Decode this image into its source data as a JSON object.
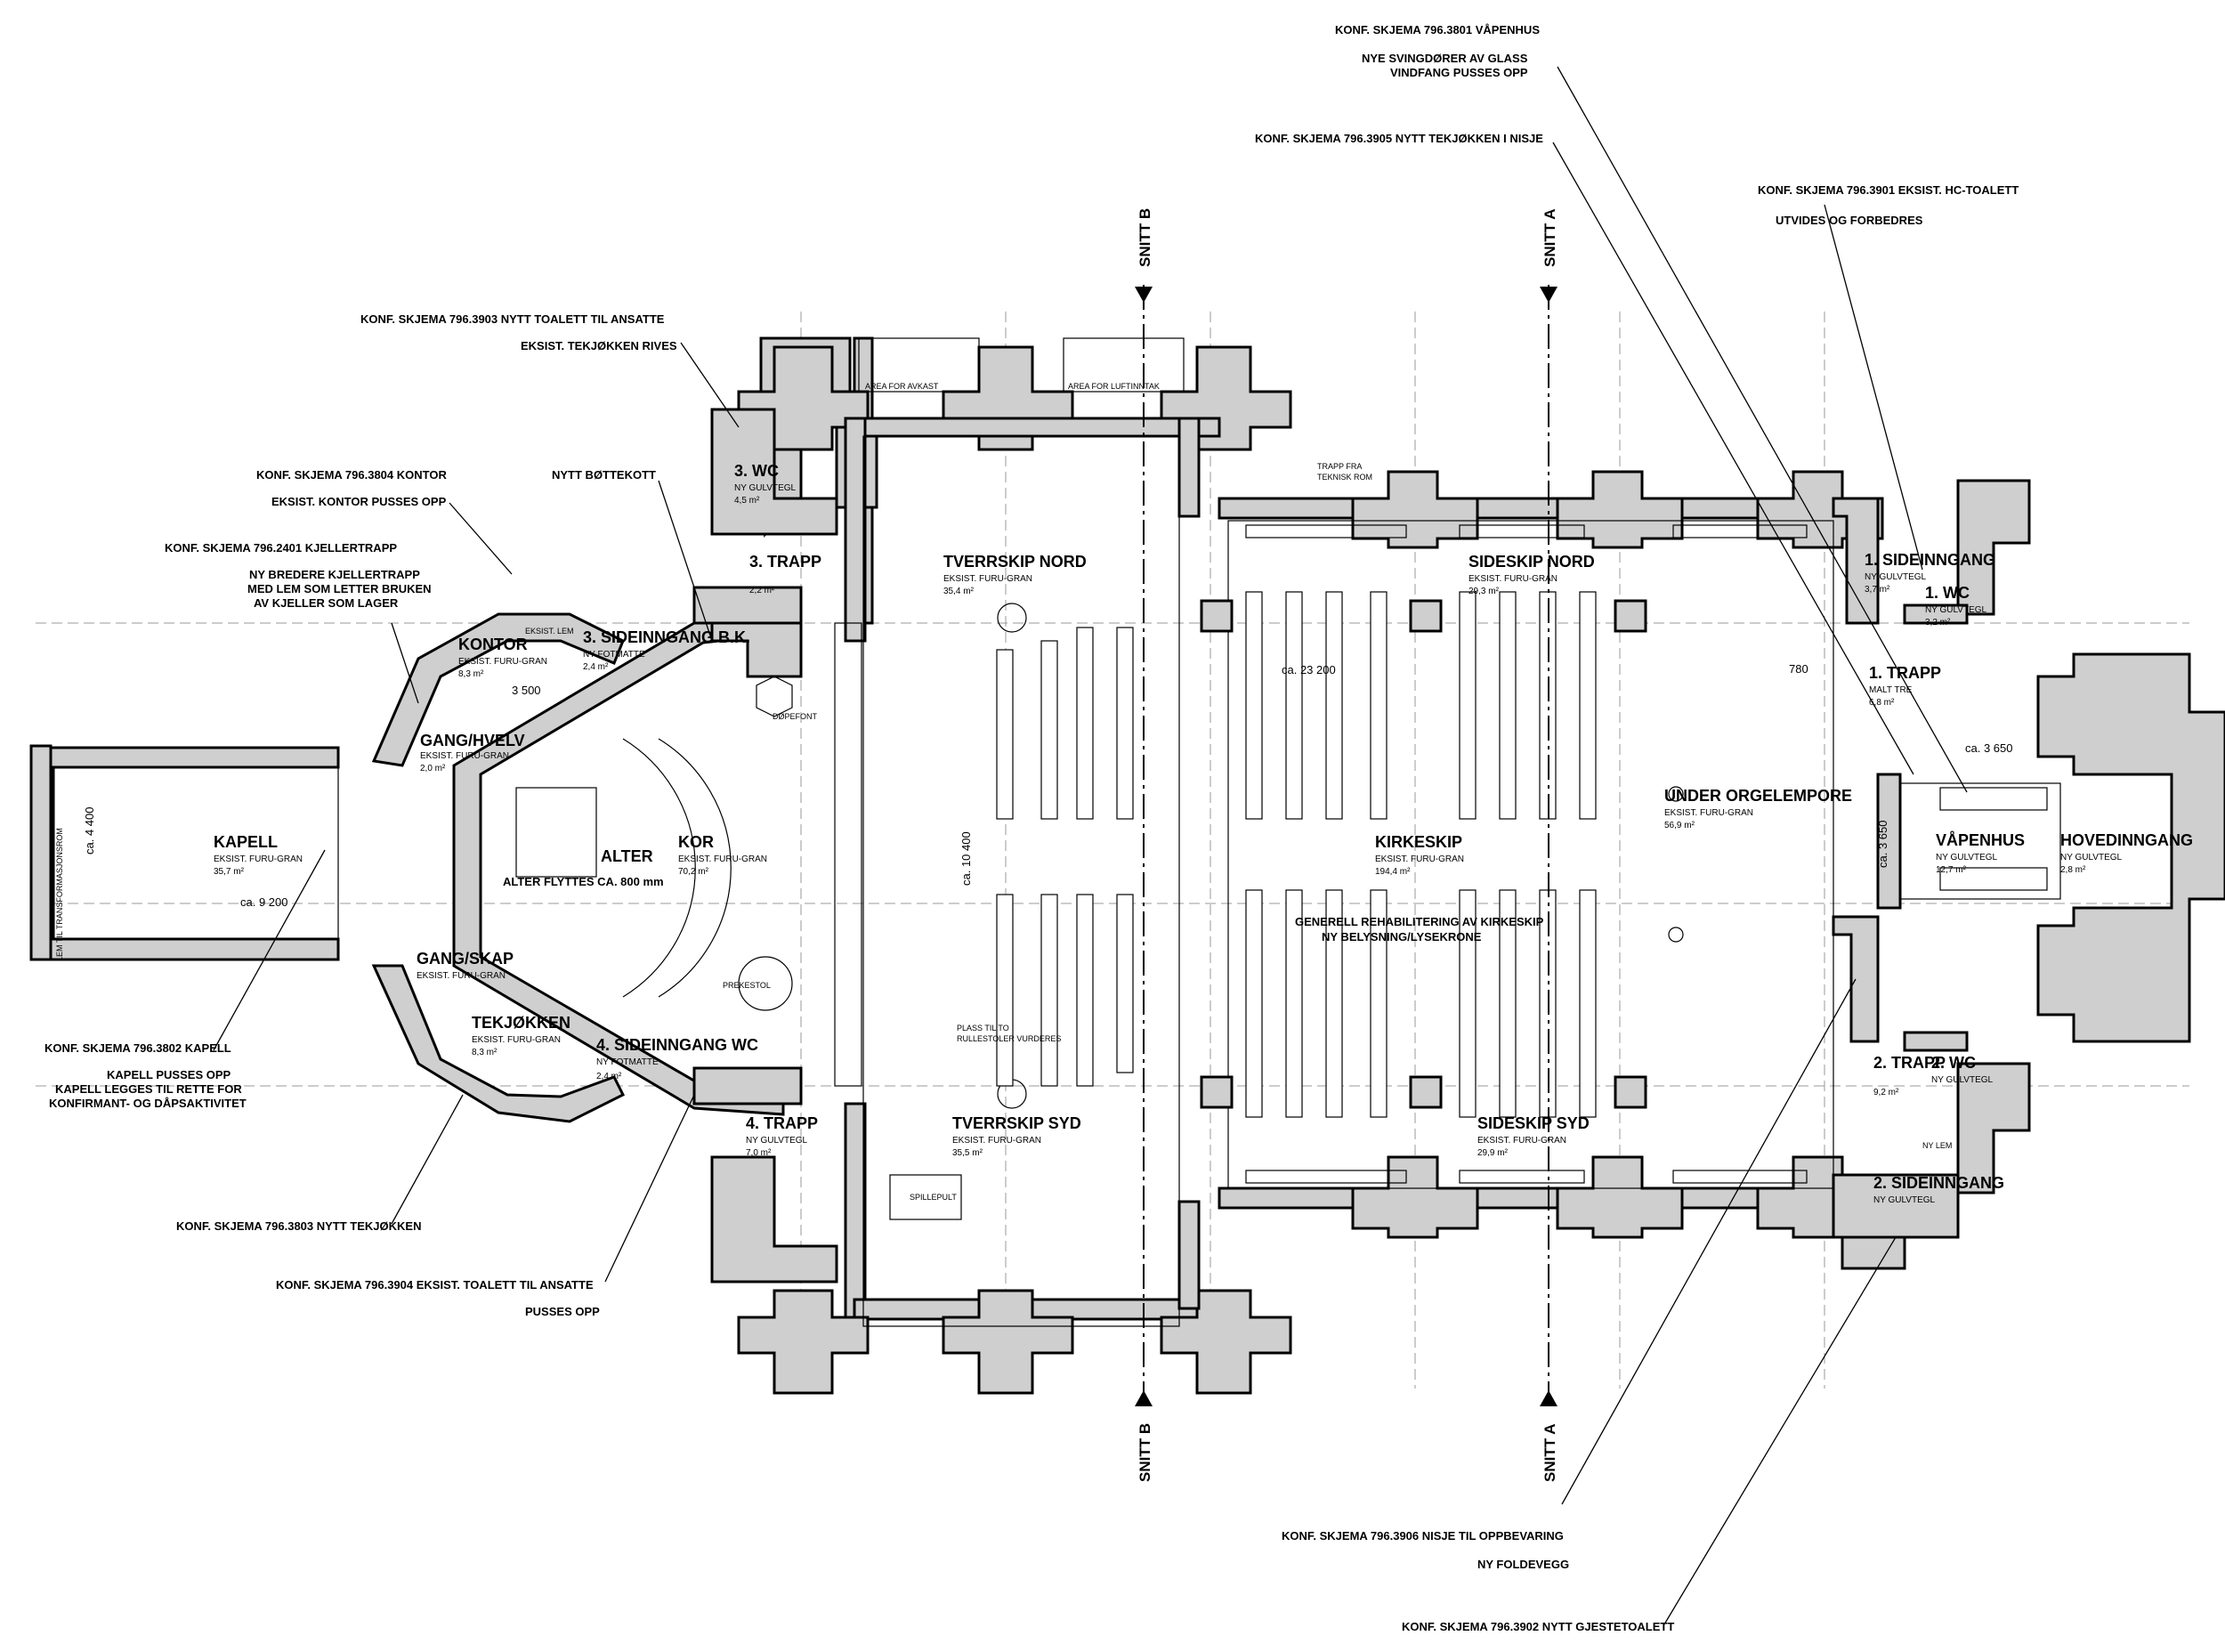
{
  "notes": {
    "vapenhus_1": "KONF. SKJEMA 796.3801 VÅPENHUS",
    "vapenhus_2": "NYE SVINGDØRER AV GLASS",
    "vapenhus_3": "VINDFANG PUSSES OPP",
    "tekjokken_nisje": "KONF. SKJEMA 796.3905 NYTT TEKJØKKEN I NISJE",
    "hc_toalett": "KONF. SKJEMA 796.3901 EKSIST. HC-TOALETT",
    "hc_toalett_2": "UTVIDES OG FORBEDRES",
    "nytt_toalett": "KONF. SKJEMA 796.3903 NYTT TOALETT TIL ANSATTE",
    "tekjokken_rives": "EKSIST. TEKJØKKEN RIVES",
    "botekott": "NYTT BØTTEKOTT",
    "kontor_1": "KONF. SKJEMA 796.3804 KONTOR",
    "kontor_2": "EKSIST. KONTOR PUSSES OPP",
    "kjellertrapp_1": "KONF. SKJEMA 796.2401 KJELLERTRAPP",
    "kjellertrapp_2": "NY BREDERE KJELLERTRAPP",
    "kjellertrapp_3": "MED LEM SOM LETTER BRUKEN",
    "kjellertrapp_4": "AV KJELLER SOM LAGER",
    "kapell_1": "KONF. SKJEMA 796.3802 KAPELL",
    "kapell_2": "KAPELL PUSSES OPP",
    "kapell_3": "KAPELL LEGGES TIL RETTE FOR",
    "kapell_4": "KONFIRMANT- OG DÅPSAKTIVITET",
    "nytt_tekjokken": "KONF. SKJEMA 796.3803 NYTT TEKJØKKEN",
    "eksist_toalett": "KONF. SKJEMA 796.3904 EKSIST. TOALETT TIL ANSATTE",
    "pusses_opp": "PUSSES OPP",
    "nisje": "KONF. SKJEMA 796.3906 NISJE TIL OPPBEVARING",
    "foldevegg": "NY FOLDEVEGG",
    "gjestetoalett": "KONF. SKJEMA 796.3902 NYTT GJESTETOALETT"
  },
  "rooms": {
    "kapell": {
      "name": "KAPELL",
      "floor": "EKSIST. FURU-GRAN",
      "area": "35,7 m²"
    },
    "kontor": {
      "name": "KONTOR",
      "floor": "EKSIST. FURU-GRAN",
      "area": "8,3 m²"
    },
    "gang_hvelv": {
      "name": "GANG/HVELV",
      "floor": "EKSIST. FURU-GRAN",
      "area": "2,0 m²"
    },
    "sideinngang_3": {
      "name": "3. SIDEINNGANG B.K.",
      "floor": "NY FOTMATTE",
      "area": "2,4 m²"
    },
    "wc_3": {
      "name": "3. WC",
      "floor": "NY GULVTEGL",
      "area": "4,5 m²"
    },
    "trapp_3": {
      "name": "3. TRAPP",
      "area": "2,2 m²"
    },
    "tverrskip_nord": {
      "name": "TVERRSKIP NORD",
      "floor": "EKSIST. FURU-GRAN",
      "area": "35,4 m²"
    },
    "sideskip_nord": {
      "name": "SIDESKIP NORD",
      "floor": "EKSIST. FURU-GRAN",
      "area": "29,3 m²"
    },
    "alter": {
      "name": "ALTER",
      "note": "ALTER FLYTTES CA. 800 mm"
    },
    "kor": {
      "name": "KOR",
      "floor": "EKSIST. FURU-GRAN",
      "area": "70,2 m²"
    },
    "kirkeskip": {
      "name": "KIRKESKIP",
      "floor": "EKSIST. FURU-GRAN",
      "area": "194,4 m²",
      "note_1": "GENERELL REHABILITERING AV KIRKESKIP",
      "note_2": "NY BELYSNING/LYSEKRONE"
    },
    "under_orgelempore": {
      "name": "UNDER ORGELEMPORE",
      "floor": "EKSIST. FURU-GRAN",
      "area": "56,9 m²"
    },
    "vapenhus": {
      "name": "VÅPENHUS",
      "floor": "NY GULVTEGL",
      "area": "12,7 m²"
    },
    "hovedinngang": {
      "name": "HOVEDINNGANG",
      "floor": "NY GULVTEGL",
      "area": "2,8 m²"
    },
    "sideinngang_1": {
      "name": "1. SIDEINNGANG",
      "floor": "NY GULVTEGL",
      "area": "3,7 m²"
    },
    "wc_1": {
      "name": "1. WC",
      "floor": "NY GULVTEGL",
      "area": "3,2 m²"
    },
    "trapp_1": {
      "name": "1. TRAPP",
      "floor": "MALT TRE",
      "area": "6,8 m²"
    },
    "gang_skap": {
      "name": "GANG/SKAP",
      "floor": "EKSIST. FURU-GRAN"
    },
    "tekjokken": {
      "name": "TEKJØKKEN",
      "floor": "EKSIST. FURU-GRAN",
      "area": "8,3 m²"
    },
    "sideinngang_4": {
      "name": "4. SIDEINNGANG WC",
      "floor": "NY FOTMATTE",
      "area": "2,4 m²"
    },
    "trapp_4": {
      "name": "4. TRAPP",
      "floor": "NY GULVTEGL",
      "area": "7,0 m²"
    },
    "tverrskip_syd": {
      "name": "TVERRSKIP SYD",
      "floor": "EKSIST. FURU-GRAN",
      "area": "35,5 m²"
    },
    "sideskip_syd": {
      "name": "SIDESKIP SYD",
      "floor": "EKSIST. FURU-GRAN",
      "area": "29,9 m²"
    },
    "trapp_2": {
      "name": "2. TRAPP",
      "area": "9,2 m²"
    },
    "wc_2": {
      "name": "2. WC",
      "floor": "NY GULVTEGL"
    },
    "sideinngang_2": {
      "name": "2. SIDEINNGANG",
      "floor": "NY GULVTEGL"
    }
  },
  "labels": {
    "area_avkast": "AREA FOR AVKAST",
    "area_luftinntak": "AREA FOR LUFTINNTAK",
    "trapp_fra": "TRAPP FRA",
    "teknisk_rom": "TEKNISK ROM",
    "dopefont": "DØPEFONT",
    "prekestol": "PREKESTOL",
    "plass_1": "PLASS TIL TO",
    "plass_2": "RULLESTOLER VURDERES",
    "spillepult": "SPILLEPULT",
    "eksist_lem": "EKSIST. LEM",
    "ny_lem": "NY LEM",
    "lem_trafo": "LEM TIL TRANSFORMASJONSROM"
  },
  "dims": {
    "d1": "ca. 9 200",
    "d2": "ca. 23 200",
    "d3": "ca. 3 650",
    "d4": "3 500",
    "d5": "780",
    "d6": "ca. 10 400",
    "d7": "ca. 4 400",
    "d8": "ca. 3 650"
  },
  "sections": {
    "a": "SNITT A",
    "b": "SNITT B"
  }
}
